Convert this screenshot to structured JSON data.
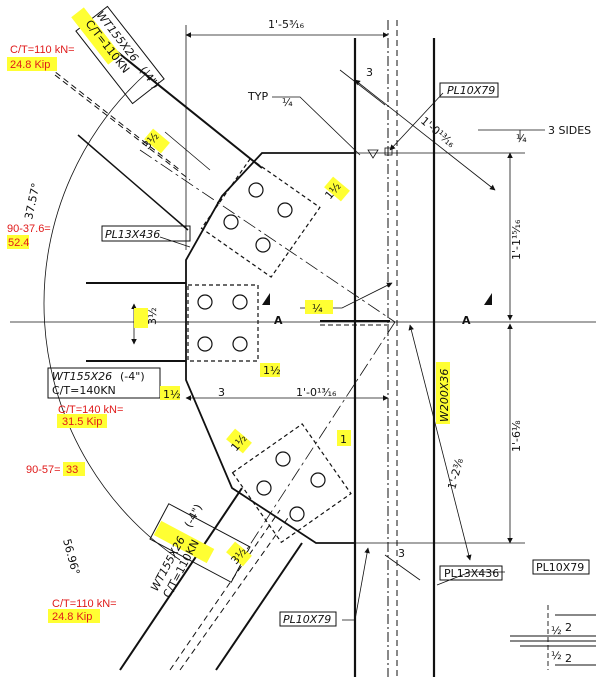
{
  "colors": {
    "line": "#111111",
    "annotation_red": "#e01a1a",
    "highlight": "#ffff33",
    "background": "#ffffff"
  },
  "labels": {
    "top_dim": "1'-5³⁄₁₆",
    "wt_upper": "WT155X26",
    "wt_upper_offset": "(-4\")",
    "wt_upper_ct": "C/T=110KN",
    "ct_upper_red": "C/T=110 kN=",
    "ct_upper_kip": "24.8 Kip",
    "angle_upper": "37.57°",
    "calc_upper_red": "90-37.6=",
    "calc_upper_val": "52.4",
    "pl_gusset": "PL13X436",
    "pl_stiff": "PL10X79",
    "dim_3_top": "3",
    "dim_3_5": "3½",
    "dim_1_5": "1½",
    "typ": "TYP",
    "weld_quarter": "¼",
    "three_sides": "3 SIDES",
    "dim_1_0_13": "1'-0¹³⁄₁₆",
    "dim_1_1_15": "1'-1¹⁵⁄₁₆",
    "section_a": "A",
    "wt_mid": "WT155X26",
    "wt_mid_offset": "(-4\")",
    "wt_mid_ct": "C/T=140KN",
    "ct_mid_red": "C/T=140 kN=",
    "ct_mid_kip": "31.5 Kip",
    "calc_lower_red": "90-57=",
    "calc_lower_val": "33",
    "angle_lower": "56.96°",
    "dim_3_bottom": "3",
    "dim_1_0_13_b": "1'-0¹³⁄₁₆",
    "w_column": "W200X36",
    "dim_1_6_1_8": "1'-6⅛",
    "dim_1_2_3_8": "1'-2⅜",
    "dim_1": "1",
    "wt_lower": "WT155X26",
    "wt_lower_offset": "(-4\")",
    "wt_lower_ct": "C/T=110KN",
    "ct_lower_red": "C/T=110 kN=",
    "ct_lower_kip": "24.8 Kip",
    "pl_right_1": "PL13X436",
    "pl_right_2": "PL10X79",
    "pl_bottom": "PL10X79",
    "dim_2a": "2",
    "dim_2b": "2",
    "dim_half_a": "½",
    "dim_half_b": "½"
  }
}
